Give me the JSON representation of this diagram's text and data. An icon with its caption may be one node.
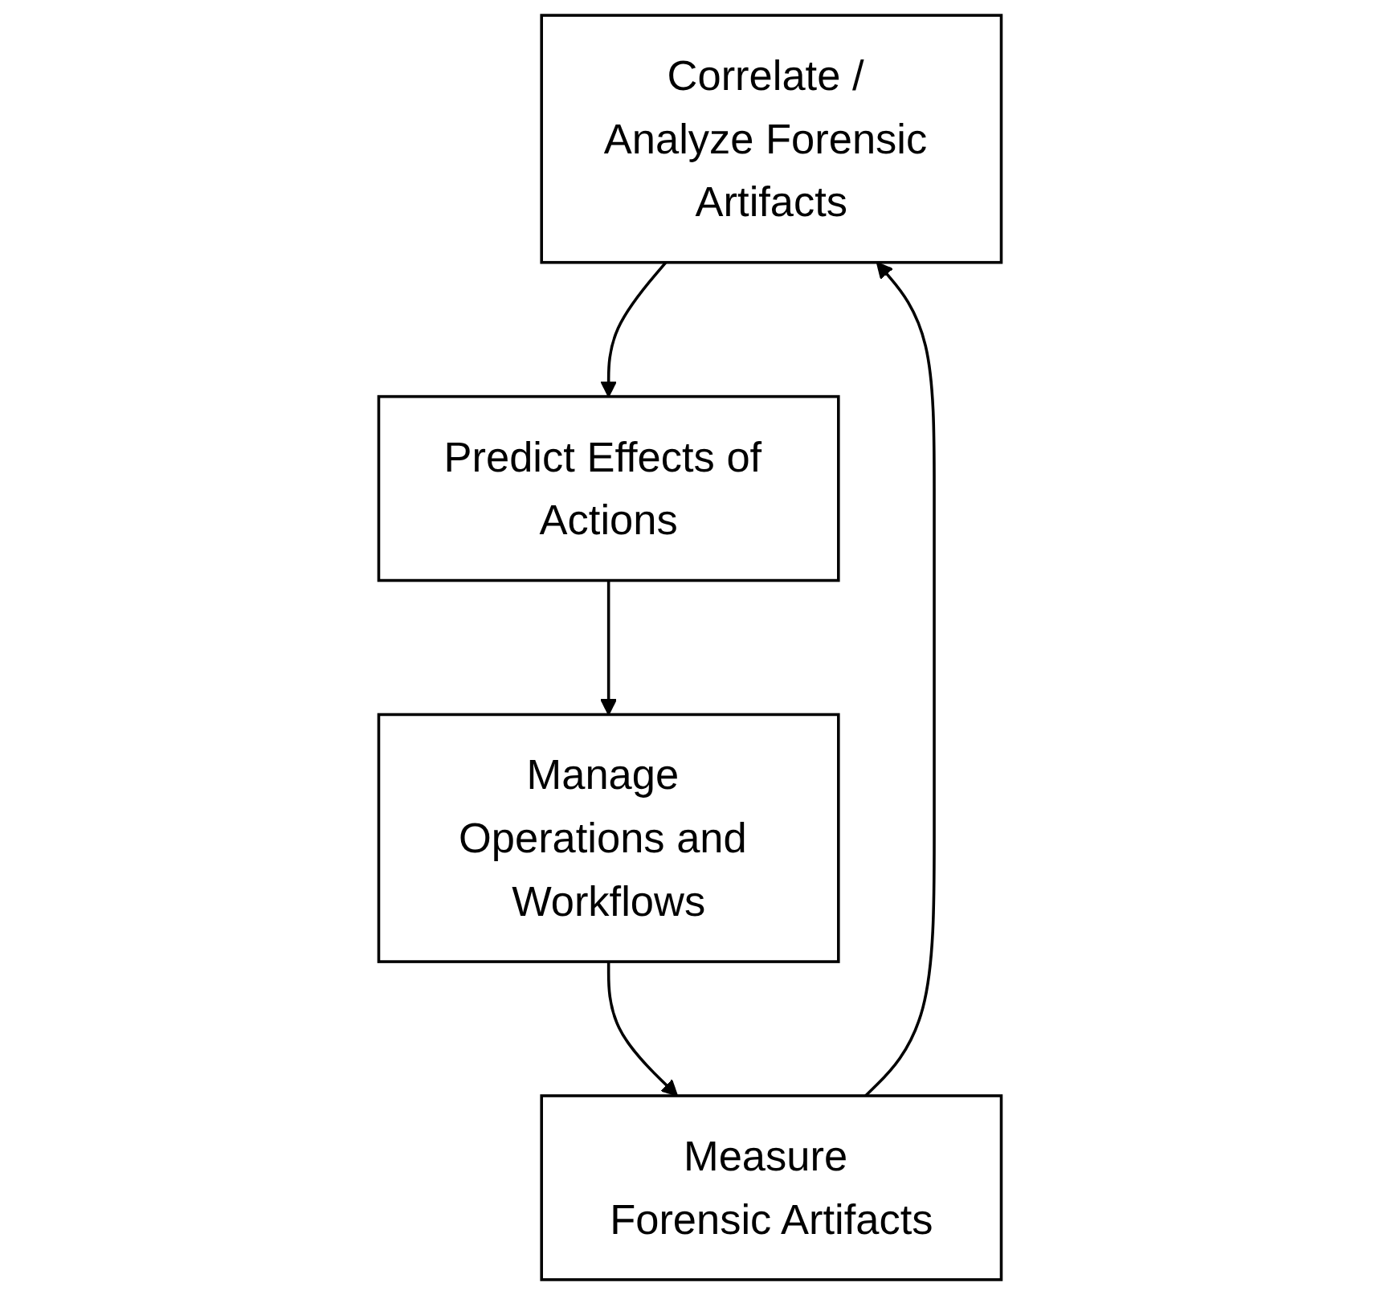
{
  "diagram": {
    "nodes": [
      {
        "text": [
          "Correlate / Analyze Forensic Artifacts"
        ]
      },
      {
        "text": [
          "Measure Forensic Artifacts"
        ]
      },
      {
        "text": [
          "Predict Effects of Actions"
        ]
      },
      {
        "text": [
          "Manage Operations and Workflows"
        ]
      }
    ],
    "edges": [
      {
        "from": 1,
        "to": 0,
        "arrow": "to"
      },
      {
        "from": 0,
        "to": 2,
        "arrow": "to"
      },
      {
        "from": 2,
        "to": 3,
        "arrow": "to"
      },
      {
        "from": 3,
        "to": 1,
        "arrow": "to"
      }
    ]
  }
}
